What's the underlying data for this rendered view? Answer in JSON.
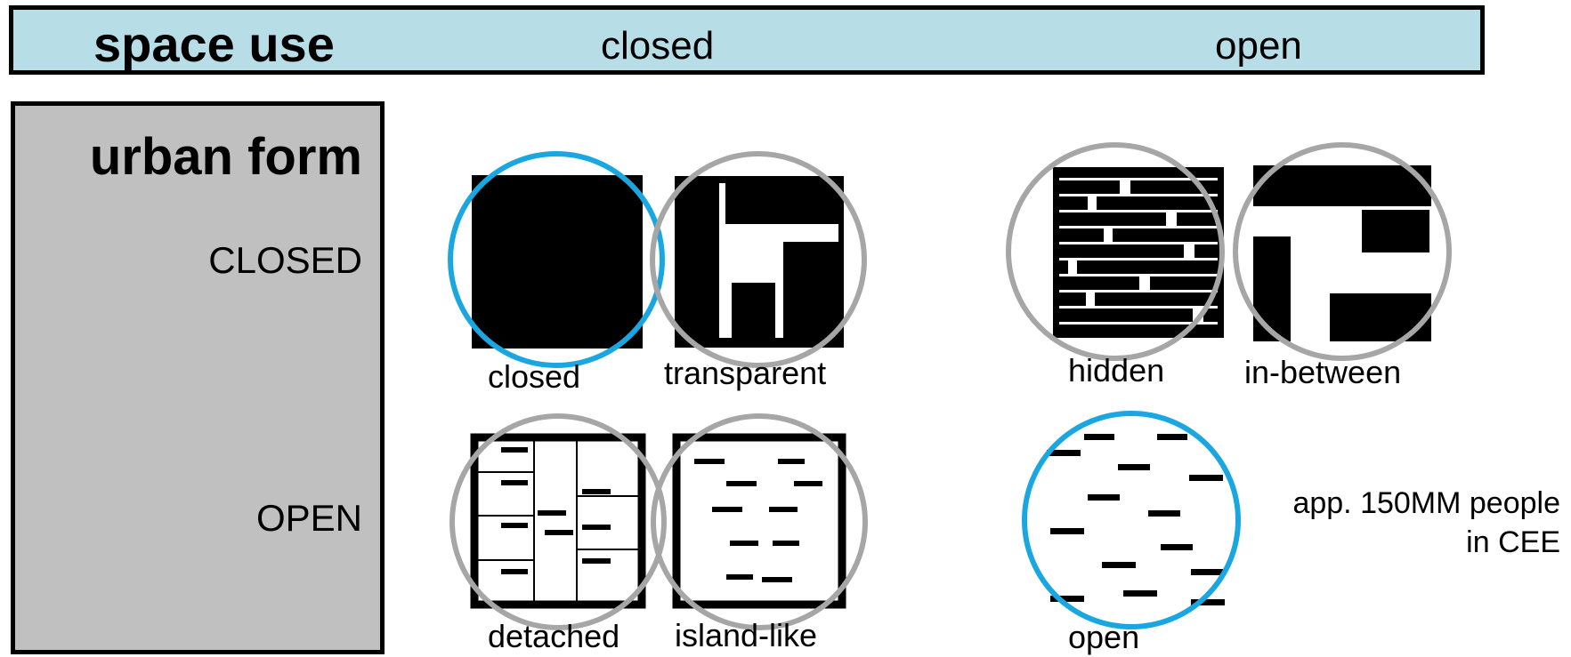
{
  "header": {
    "title": "space use",
    "col_closed": "closed",
    "col_open": "open"
  },
  "sidebar": {
    "title": "urban form",
    "row_closed": "CLOSED",
    "row_open": "OPEN"
  },
  "patterns": {
    "closed": "closed",
    "transparent": "transparent",
    "hidden": "hidden",
    "in_between": "in-between",
    "detached": "detached",
    "island_like": "island-like",
    "open": "open"
  },
  "note": {
    "line1": "app. 150MM people",
    "line2": "in CEE"
  },
  "colors": {
    "highlight": "#1aa7e1",
    "ring": "#a6a6a6",
    "header_fill": "#b7dde7",
    "sidebar_fill": "#c0c0c0"
  }
}
